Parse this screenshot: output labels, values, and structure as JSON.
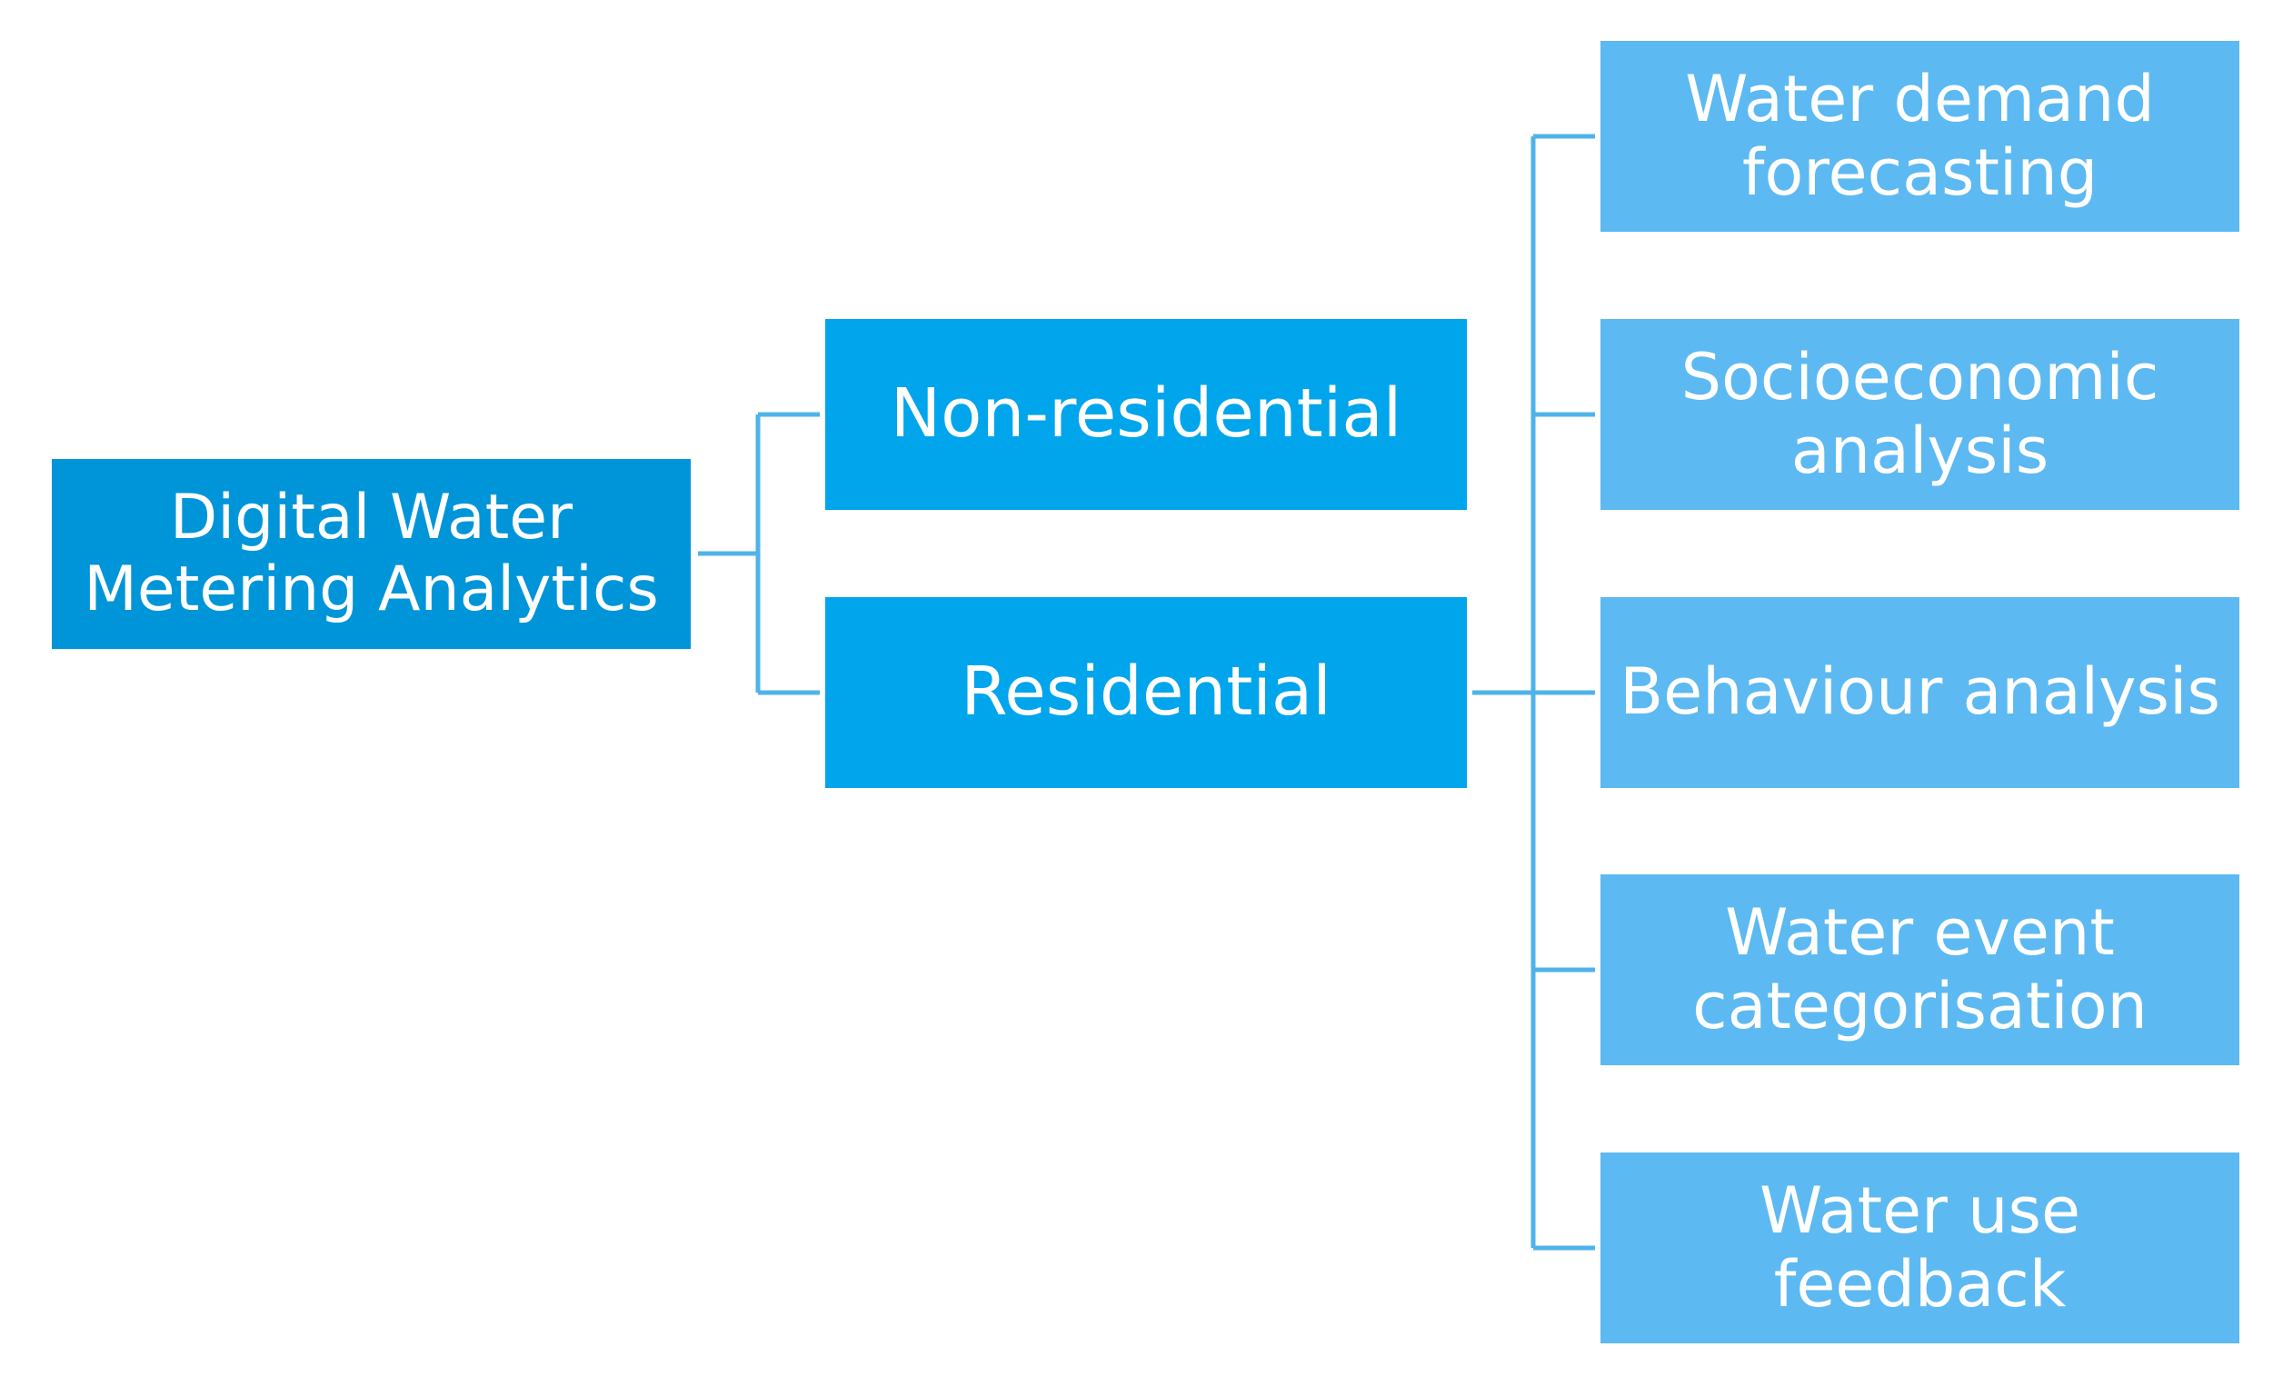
{
  "diagram": {
    "root": {
      "label": "Digital Water\nMetering Analytics"
    },
    "categories": [
      {
        "label": "Non-residential"
      },
      {
        "label": "Residential"
      }
    ],
    "residential_children": [
      {
        "label": "Water demand\nforecasting"
      },
      {
        "label": "Socioeconomic\nanalysis"
      },
      {
        "label": "Behaviour analysis"
      },
      {
        "label": "Water event\ncategorisation"
      },
      {
        "label": "Water use\nfeedback"
      }
    ]
  },
  "colors": {
    "root_fill": "#0095d8",
    "category_fill": "#00a5ec",
    "leaf_fill": "#5db9f1",
    "connector": "#4fb3ea",
    "text": "#ffffff"
  }
}
